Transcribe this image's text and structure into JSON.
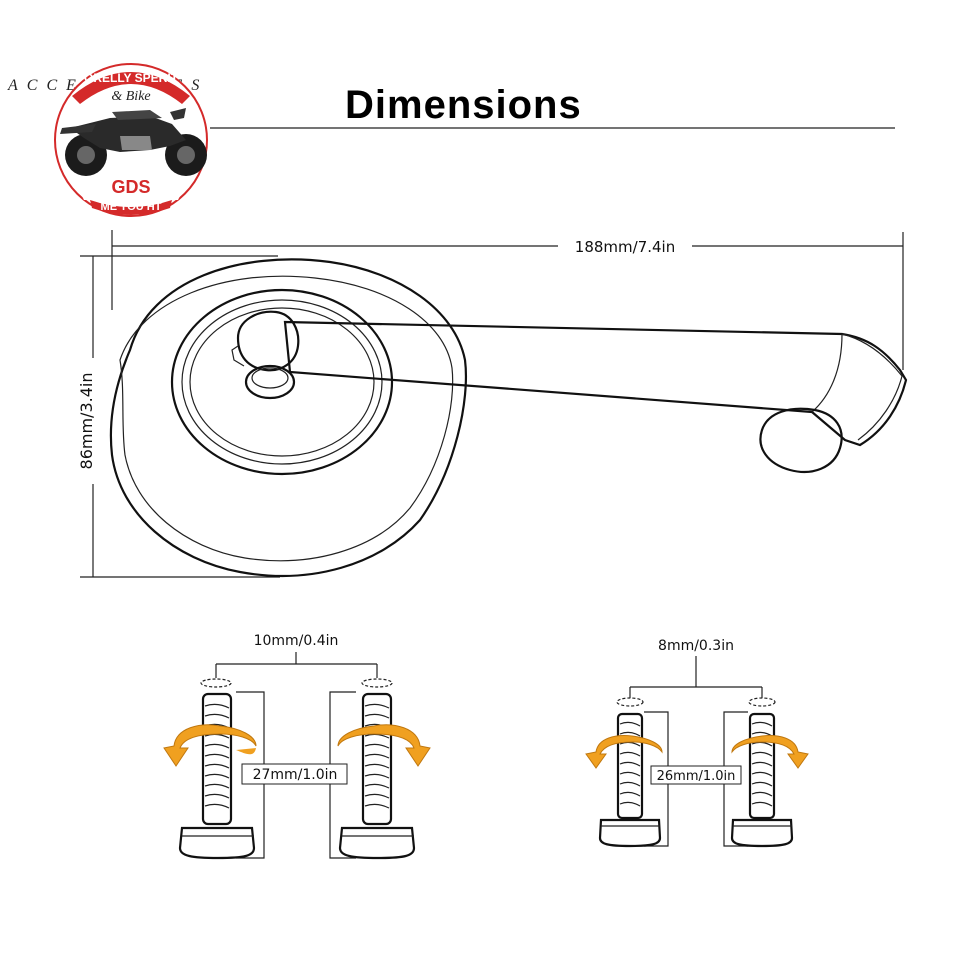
{
  "header": {
    "title": "Dimensions",
    "brand_text": "ACCESSORIES"
  },
  "logo": {
    "arc_text": "ORELLY SPERIT",
    "script_text": "& Bike",
    "badge": "GDS",
    "slogan": "ME YOU HT",
    "colors": {
      "red": "#d42a2a",
      "dark": "#222222"
    }
  },
  "mirror": {
    "width_label": "188mm/7.4in",
    "height_label": "86mm/3.4in"
  },
  "bolts": {
    "left": {
      "pitch_label": "10mm/0.4in",
      "length_label": "27mm/1.0in"
    },
    "right": {
      "pitch_label": "8mm/0.3in",
      "length_label": "26mm/1.0in"
    }
  },
  "colors": {
    "arrow": "#f0a020",
    "line": "#222222"
  }
}
